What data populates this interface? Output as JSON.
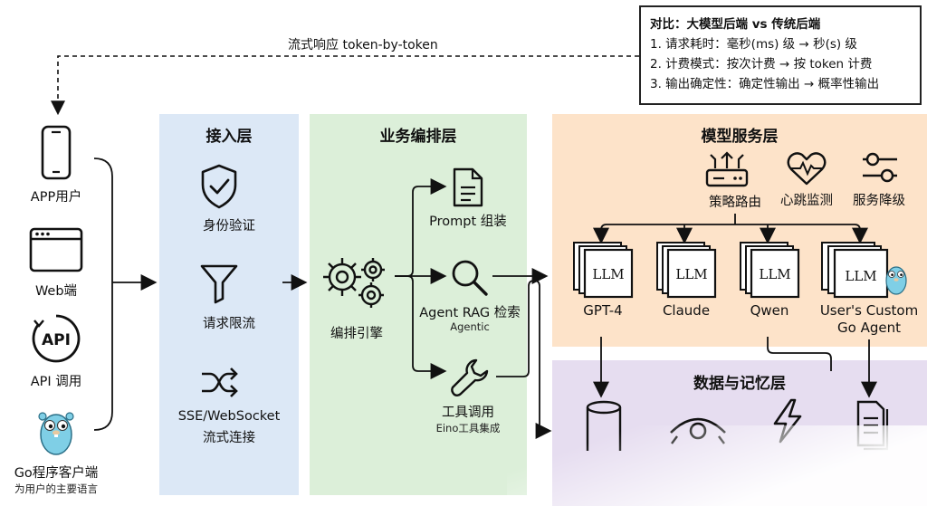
{
  "stream_label": "流式响应 token-by-token",
  "clients": [
    {
      "label": "APP用户",
      "icon": "smartphone-icon"
    },
    {
      "label": "Web端",
      "icon": "browser-window-icon"
    },
    {
      "label": "API 调用",
      "icon": "api-icon"
    },
    {
      "label": "Go程序客户端",
      "sub": "为用户的主要语言",
      "icon": "gopher-icon"
    }
  ],
  "access": {
    "title": "接入层",
    "items": [
      {
        "label": "身份验证",
        "icon": "shield-check-icon"
      },
      {
        "label": "请求限流",
        "icon": "filter-funnel-icon"
      },
      {
        "label": "SSE/WebSocket",
        "label2": "流式连接",
        "icon": "shuffle-icon"
      }
    ]
  },
  "orchestration": {
    "title": "业务编排层",
    "engine": {
      "label": "编排引擎",
      "icon": "gears-icon"
    },
    "branches": [
      {
        "label": "Prompt 组装",
        "icon": "document-icon"
      },
      {
        "label": "Agent RAG 检索",
        "sub": "Agentic",
        "icon": "magnifier-icon"
      },
      {
        "label": "工具调用",
        "sub": "Eino工具集成",
        "icon": "wrench-icon"
      }
    ]
  },
  "model_service": {
    "title": "模型服务层",
    "controls": [
      {
        "label": "策略路由",
        "icon": "router-icon"
      },
      {
        "label": "心跳监测",
        "icon": "heartbeat-icon"
      },
      {
        "label": "服务降级",
        "icon": "sliders-icon"
      }
    ],
    "models": [
      {
        "card": "LLM",
        "label": "GPT-4"
      },
      {
        "card": "LLM",
        "label": "Claude"
      },
      {
        "card": "LLM",
        "label": "Qwen"
      },
      {
        "card": "LLM",
        "label": "User's Custom",
        "label2": "Go Agent"
      }
    ]
  },
  "data_memory": {
    "title": "数据与记忆层",
    "icons": [
      "database-icon",
      "eye-icon",
      "lightning-icon",
      "documents-icon"
    ]
  },
  "comparison": {
    "title": "对比：大模型后端 vs 传统后端",
    "rows": [
      "1. 请求耗时：毫秒(ms) 级 → 秒(s) 级",
      "2. 计费模式：按次计费 → 按 token 计费",
      "3. 输出确定性：确定性输出 → 概率性输出"
    ]
  },
  "colors": {
    "access_bg": "#dce8f6",
    "orchestration_bg": "#dcefd9",
    "model_bg": "#fde3c9",
    "data_bg": "#e6ddf0",
    "gopher": "#7fcfe6"
  }
}
